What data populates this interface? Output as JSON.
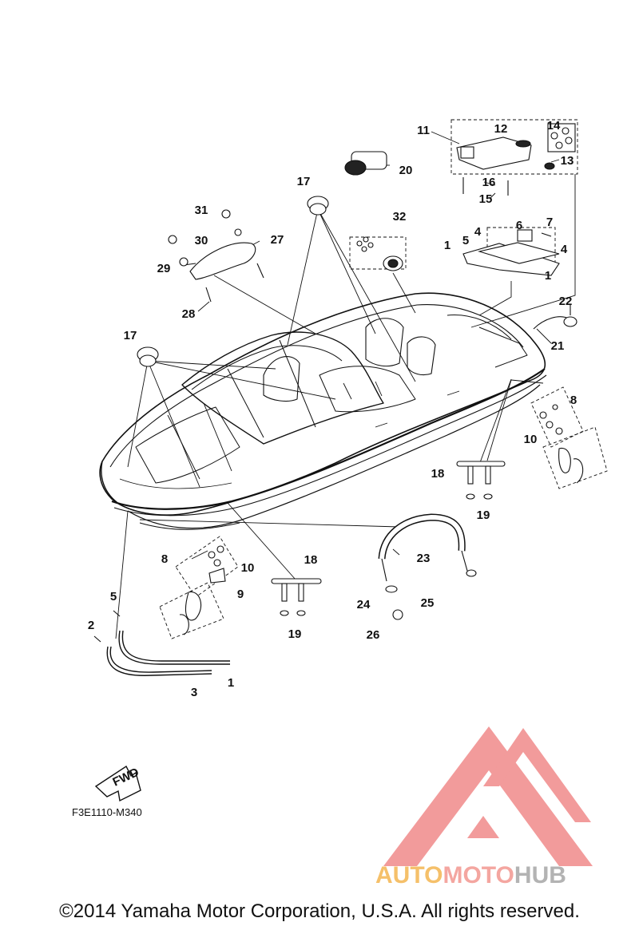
{
  "diagram": {
    "code": "F3E1110-M340",
    "fwd_label": "FWD",
    "callouts": [
      "11",
      "12",
      "14",
      "13",
      "16",
      "15",
      "20",
      "17",
      "31",
      "30",
      "27",
      "29",
      "28",
      "32",
      "1",
      "5",
      "4",
      "6",
      "7",
      "4",
      "1",
      "22",
      "21",
      "17",
      "8",
      "10",
      "18",
      "19",
      "8",
      "10",
      "9",
      "18",
      "19",
      "23",
      "24",
      "25",
      "26",
      "5",
      "2",
      "1",
      "3"
    ]
  },
  "watermark": {
    "part1": "AUTO",
    "part2": "MOTO",
    "part3": "HUB",
    "color1": "#f5c06a",
    "color2": "#f4a6a0",
    "color3": "#b3b3b3",
    "logo_color": "#f08a8a"
  },
  "footer": {
    "copyright": "©2014 Yamaha Motor Corporation, U.S.A. All rights reserved."
  }
}
